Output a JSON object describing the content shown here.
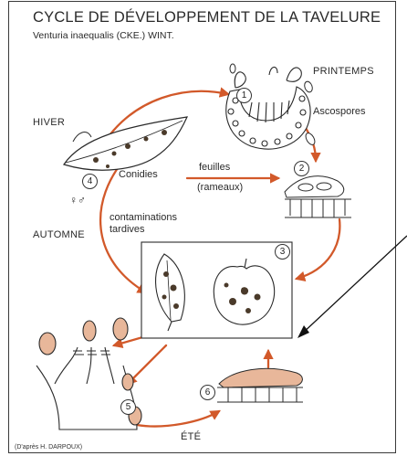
{
  "title": "CYCLE DE DÉVELOPPEMENT DE LA TAVELURE",
  "subtitle": "Venturia inaequalis (CKE.) WINT.",
  "seasons": {
    "spring": "PRINTEMPS",
    "winter": "HIVER",
    "autumn": "AUTOMNE",
    "summer": "ÉTÉ"
  },
  "labels": {
    "ascospores": "Ascospores",
    "conidia": "Conidies",
    "leaves": "feuilles",
    "branches": "(rameaux)",
    "late_contaminations_1": "contaminations",
    "late_contaminations_2": "tardives",
    "sex_symbols": "♀♂"
  },
  "steps": [
    "1",
    "2",
    "3",
    "4",
    "5",
    "6"
  ],
  "credit": "(D'après H. DARPOUX)",
  "colors": {
    "arrow": "#d2592a",
    "ink": "#2a2a2a",
    "lesion": "#4a3a2a",
    "spore_fill": "#e8b79a"
  }
}
